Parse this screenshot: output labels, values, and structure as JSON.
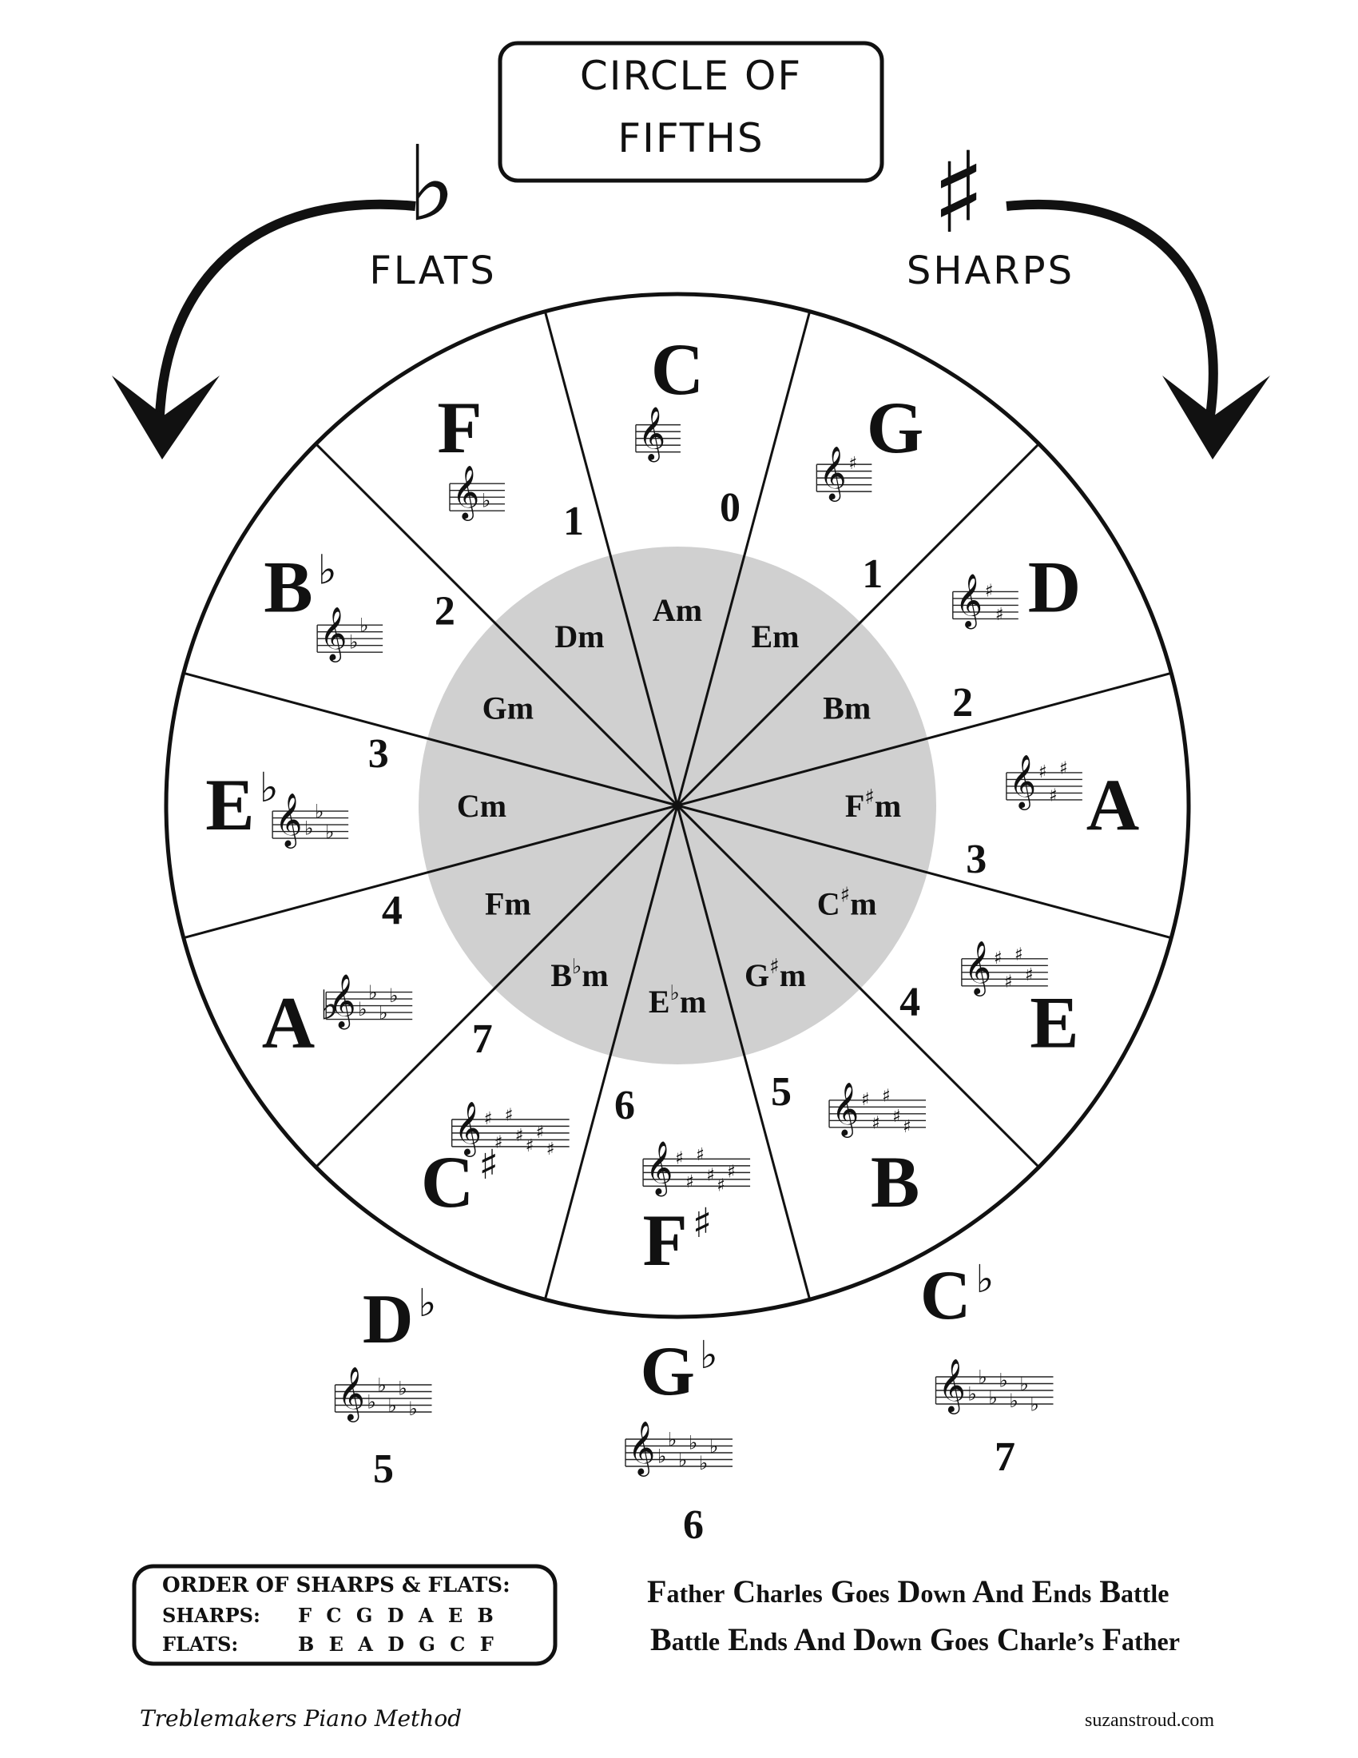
{
  "title": {
    "line1": "CIRCLE OF",
    "line2": "FIFTHS"
  },
  "flats_label": "FLATS",
  "sharps_label": "SHARPS",
  "symbols": {
    "flat": "♭",
    "sharp": "♯"
  },
  "major_keys": [
    {
      "name": "C",
      "accidental": "",
      "count": "0",
      "sig": []
    },
    {
      "name": "G",
      "accidental": "",
      "count": "1",
      "sig": [
        "s"
      ]
    },
    {
      "name": "D",
      "accidental": "",
      "count": "2",
      "sig": [
        "s",
        "s"
      ]
    },
    {
      "name": "A",
      "accidental": "",
      "count": "3",
      "sig": [
        "s",
        "s",
        "s"
      ]
    },
    {
      "name": "E",
      "accidental": "",
      "count": "4",
      "sig": [
        "s",
        "s",
        "s",
        "s"
      ]
    },
    {
      "name": "B",
      "accidental": "",
      "count": "5",
      "sig": [
        "s",
        "s",
        "s",
        "s",
        "s"
      ]
    },
    {
      "name": "F",
      "accidental": "♯",
      "count": "6",
      "sig": [
        "s",
        "s",
        "s",
        "s",
        "s",
        "s"
      ]
    },
    {
      "name": "C",
      "accidental": "♯",
      "count": "7",
      "sig": [
        "s",
        "s",
        "s",
        "s",
        "s",
        "s",
        "s"
      ]
    },
    {
      "name": "A",
      "accidental": "♭",
      "count": "4",
      "sig": [
        "f",
        "f",
        "f",
        "f"
      ]
    },
    {
      "name": "E",
      "accidental": "♭",
      "count": "3",
      "sig": [
        "f",
        "f",
        "f"
      ]
    },
    {
      "name": "B",
      "accidental": "♭",
      "count": "2",
      "sig": [
        "f",
        "f"
      ]
    },
    {
      "name": "F",
      "accidental": "",
      "count": "1",
      "sig": [
        "f"
      ]
    }
  ],
  "minor_keys": [
    {
      "root": "A",
      "accidental": "",
      "suffix": "m"
    },
    {
      "root": "E",
      "accidental": "",
      "suffix": "m"
    },
    {
      "root": "B",
      "accidental": "",
      "suffix": "m"
    },
    {
      "root": "F",
      "accidental": "♯",
      "suffix": "m"
    },
    {
      "root": "C",
      "accidental": "♯",
      "suffix": "m"
    },
    {
      "root": "G",
      "accidental": "♯",
      "suffix": "m"
    },
    {
      "root": "E",
      "accidental": "♭",
      "suffix": "m"
    },
    {
      "root": "B",
      "accidental": "♭",
      "suffix": "m"
    },
    {
      "root": "F",
      "accidental": "",
      "suffix": "m"
    },
    {
      "root": "C",
      "accidental": "",
      "suffix": "m"
    },
    {
      "root": "G",
      "accidental": "",
      "suffix": "m"
    },
    {
      "root": "D",
      "accidental": "",
      "suffix": "m"
    }
  ],
  "enharmonic_keys": [
    {
      "name": "D",
      "accidental": "♭",
      "count": "5",
      "sig": [
        "f",
        "f",
        "f",
        "f",
        "f"
      ]
    },
    {
      "name": "G",
      "accidental": "♭",
      "count": "6",
      "sig": [
        "f",
        "f",
        "f",
        "f",
        "f",
        "f"
      ]
    },
    {
      "name": "C",
      "accidental": "♭",
      "count": "7",
      "sig": [
        "f",
        "f",
        "f",
        "f",
        "f",
        "f",
        "f"
      ]
    }
  ],
  "order_box": {
    "heading": "ORDER OF SHARPS & FLATS:",
    "sharps_label": "SHARPS:",
    "sharps_value": "F C G D A E B",
    "flats_label": "FLATS:",
    "flats_value": "B E A D G C F"
  },
  "mnemonic": {
    "line1": [
      "Father",
      "Charles",
      "Goes",
      "Down",
      "And",
      "Ends",
      "Battle"
    ],
    "line2": [
      "Battle",
      "Ends",
      "And",
      "Down",
      "Goes",
      "Charle’s",
      "Father"
    ]
  },
  "footer": {
    "left": "Treblemakers Piano Method",
    "right": "suzanstroud.com"
  },
  "colors": {
    "ink": "#111111",
    "inner_fill": "#d0d0d0",
    "background": "#ffffff"
  }
}
